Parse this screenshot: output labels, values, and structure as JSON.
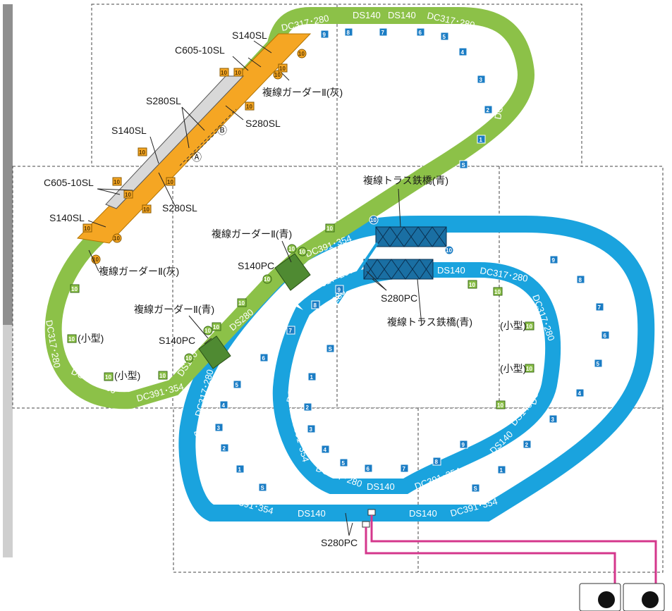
{
  "colors": {
    "green": "#8cc148",
    "blue": "#1aa3de",
    "orange": "#f5a623",
    "dark_green": "#4f8a32",
    "dark_blue": "#1a6fa3",
    "pink": "#d4378c"
  },
  "labels": {
    "l_S140SL_top": "S140SL",
    "l_C605_top": "C605-10SL",
    "l_S280SL_a": "S280SL",
    "l_S140SL_mid": "S140SL",
    "l_C605_bot": "C605-10SL",
    "l_S140SL_bot": "S140SL",
    "l_S280SL_b": "S280SL",
    "l_S280SL_c": "S280SL",
    "l_gg_gray_top": "複線ガーダーⅡ(灰)",
    "l_gg_gray_bot": "複線ガーダーⅡ(灰)",
    "l_gg_blue_1": "複線ガーダーⅡ(青)",
    "l_gg_blue_2": "複線ガーダーⅡ(青)",
    "l_S140PC_1": "S140PC",
    "l_S140PC_2": "S140PC",
    "l_truss_1": "複線トラス鉄橋(青)",
    "l_truss_2": "複線トラス鉄橋(青)",
    "l_S280PC_1": "S280PC",
    "l_S280PC_2": "S280PC",
    "l_small_1": "(小型)",
    "l_small_2": "(小型)",
    "l_small_3": "(小型)",
    "l_small_4": "(小型)",
    "l_A": "Ⓐ",
    "l_B": "Ⓑ"
  },
  "tracks": {
    "t01": "DC317･280",
    "t02": "DS140",
    "t03": "DS140",
    "t04": "DC317･280",
    "t05": "DC391･354",
    "t06": "DC391･354",
    "t07": "DS280",
    "t08": "DC391･354",
    "t09": "DC317･280",
    "t10": "DC317･280",
    "t11": "DC391･354",
    "t12": "DS280",
    "t13": "DC391･354",
    "t14": "DS280",
    "t15": "DC391･354",
    "t16": "DC391･354",
    "t17": "DC391･354",
    "t18": "DS280",
    "t19": "DS140",
    "t20": "DC391･354",
    "t21": "DS140",
    "t22": "DS140",
    "t23": "DC391･354",
    "t24": "DC317･280",
    "t25": "DC317･280",
    "t26": "DC391･354",
    "t27": "DS140",
    "t28": "DS140",
    "t29": "DC317･280",
    "t30": "DS280",
    "t31": "DS280",
    "t32": "DC317･280",
    "t33": "DC317･280",
    "t34": "DS140",
    "t35": "DS140",
    "t36": "DC317･280",
    "t37": "DC317･280",
    "t38": "DC391･354",
    "t39": "DC391･354",
    "t40": "DS140",
    "t41": "DS140"
  },
  "piers": {
    "p01": "9",
    "p02": "8",
    "p03": "7",
    "p04": "6",
    "p05": "5",
    "p06": "4",
    "p07": "3",
    "p08": "2",
    "p09": "1",
    "p10": "S",
    "p11": "10",
    "p12": "10",
    "p13": "10",
    "p14": "10",
    "p15": "10",
    "p16": "10",
    "p17": "10",
    "p18": "10",
    "p19": "10",
    "p20": "10",
    "p21": "10",
    "p22": "10",
    "p23": "10",
    "p24": "10",
    "p25": "10",
    "p26": "10",
    "p27": "10",
    "p28": "10",
    "p29": "10",
    "p30": "10",
    "p31": "10",
    "p32": "10",
    "p33": "10",
    "p34": "10",
    "p35": "10",
    "p36": "10",
    "p37": "10",
    "p38": "10",
    "p39": "10",
    "p40": "10",
    "p41": "10",
    "p42": "10",
    "p43": "10",
    "p44": "9",
    "p45": "8",
    "p46": "7",
    "p47": "6",
    "p48": "5",
    "p49": "4",
    "p50": "3",
    "p51": "2",
    "p52": "1",
    "p53": "S",
    "p54": "S",
    "p55": "1",
    "p56": "2",
    "p57": "3",
    "p58": "4",
    "p59": "5",
    "p60": "6",
    "p61": "7",
    "p62": "8",
    "p63": "9",
    "p64": "9",
    "p65": "8",
    "p66": "7",
    "p67": "6",
    "p68": "5",
    "p69": "4",
    "p70": "3",
    "p71": "2",
    "p72": "1",
    "p73": "S",
    "p74": "S",
    "p75": "1",
    "p76": "2",
    "p77": "3",
    "p78": "4",
    "p79": "5",
    "p80": "6",
    "p81": "7",
    "p82": "8",
    "p83": "9"
  }
}
